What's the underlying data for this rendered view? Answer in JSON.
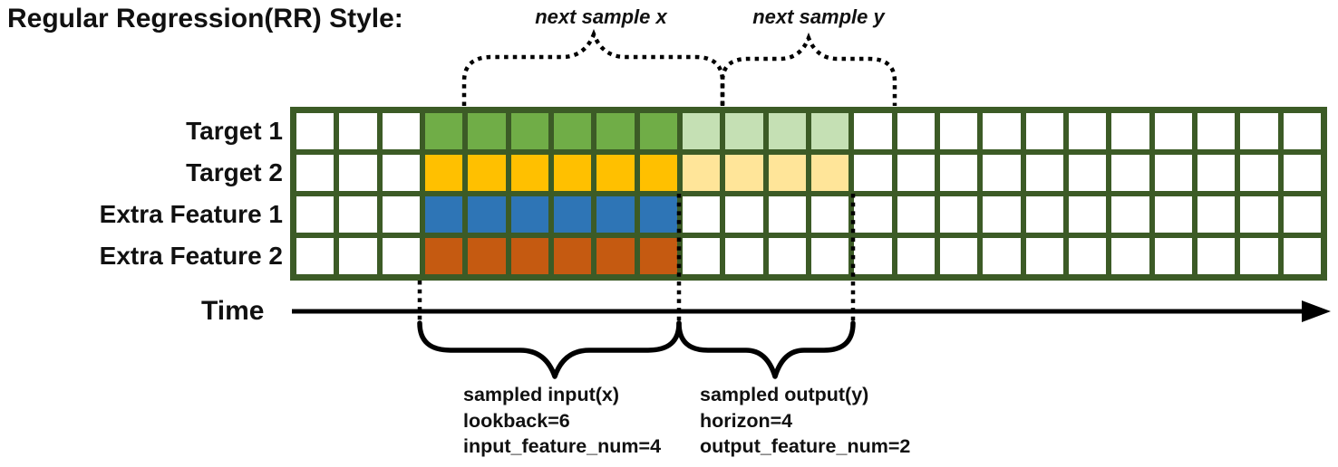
{
  "title": "Regular Regression(RR) Style:",
  "colors": {
    "grid_border": "#3C5B26",
    "cell_empty": "#ffffff",
    "target1_main": "#70AD47",
    "target1_light": "#C5E0B4",
    "target2_main": "#FFC000",
    "target2_light": "#FFE599",
    "extra1_main": "#2E75B6",
    "extra2_main": "#C55A11",
    "annotation": "#000000"
  },
  "grid": {
    "columns": 24,
    "lookback_start_col": 3,
    "lookback": 6,
    "horizon": 4,
    "rows": [
      {
        "label": "Target 1",
        "main_color_key": "target1_main",
        "light_color_key": "target1_light"
      },
      {
        "label": "Target 2",
        "main_color_key": "target2_main",
        "light_color_key": "target2_light"
      },
      {
        "label": "Extra Feature 1",
        "main_color_key": "extra1_main",
        "light_color_key": null
      },
      {
        "label": "Extra Feature 2",
        "main_color_key": "extra2_main",
        "light_color_key": null
      }
    ]
  },
  "annotations": {
    "next_sample_x_label": "next sample x",
    "next_sample_y_label": "next sample y",
    "time_label": "Time",
    "sampled_input_lines": [
      "sampled input(x)",
      "lookback=6",
      "input_feature_num=4"
    ],
    "sampled_output_lines": [
      "sampled output(y)",
      "horizon=4",
      "output_feature_num=2"
    ]
  }
}
